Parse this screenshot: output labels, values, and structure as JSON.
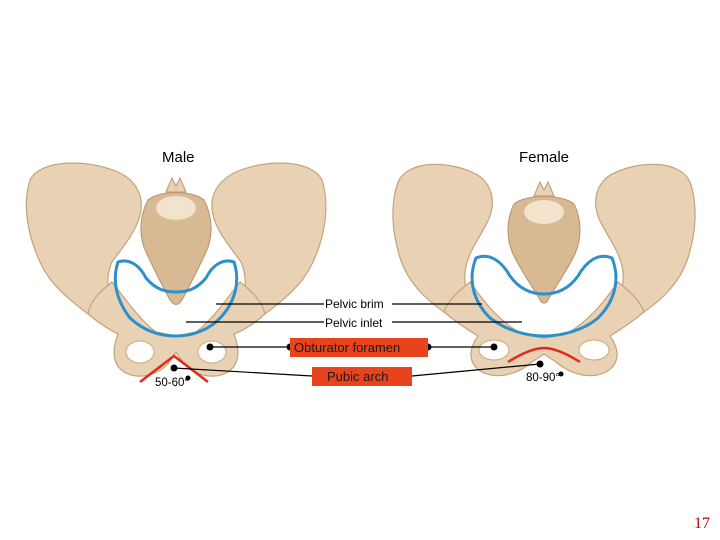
{
  "labels": {
    "male": "Male",
    "female": "Female",
    "pelvic_brim": "Pelvic brim",
    "pelvic_inlet": "Pelvic inlet",
    "obturator_foramen": "Obturator foramen",
    "pubic_arch": "Pubic arch",
    "male_angle": "50-60°",
    "female_angle": "80-90°"
  },
  "page_number": "17",
  "colors": {
    "bone": "#e9d2b4",
    "pelvic_brim_outline": "#2f8fc8",
    "pubic_arch_outline": "#e02a1e",
    "label_box": "#e8431c",
    "page_number": "#c00000"
  }
}
